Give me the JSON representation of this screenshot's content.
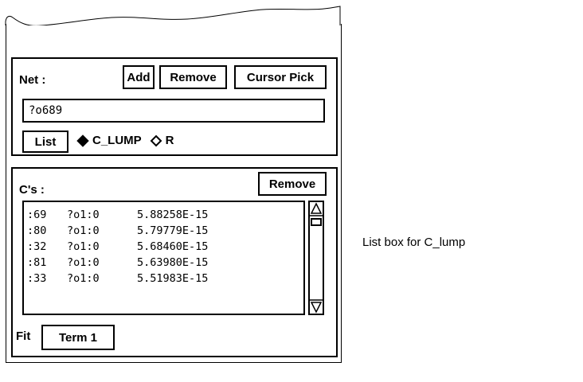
{
  "net_panel": {
    "label": "Net :",
    "add_label": "Add",
    "remove_label": "Remove",
    "cursor_pick_label": "Cursor Pick",
    "net_value": "?o689",
    "list_label": "List",
    "radio_options": [
      {
        "label": "C_LUMP",
        "selected": true
      },
      {
        "label": "R",
        "selected": false
      }
    ]
  },
  "cs_panel": {
    "label": "C's :",
    "remove_label": "Remove",
    "rows": [
      {
        "id": ":69",
        "node": "?o1:0",
        "value": "5.88258E-15"
      },
      {
        "id": ":80",
        "node": "?o1:0",
        "value": "5.79779E-15"
      },
      {
        "id": ":32",
        "node": "?o1:0",
        "value": "5.68460E-15"
      },
      {
        "id": ":81",
        "node": "?o1:0",
        "value": "5.63980E-15"
      },
      {
        "id": ":33",
        "node": "?o1:0",
        "value": "5.51983E-15"
      }
    ],
    "fit_label": "Fit",
    "term_label": "Term 1"
  },
  "annotation": "List box for C_lump",
  "icons": {
    "selected_radio": "filled-diamond-icon",
    "unselected_radio": "hollow-diamond-icon",
    "scroll_up": "scroll-up-arrow-icon",
    "scroll_down": "scroll-down-arrow-icon"
  }
}
